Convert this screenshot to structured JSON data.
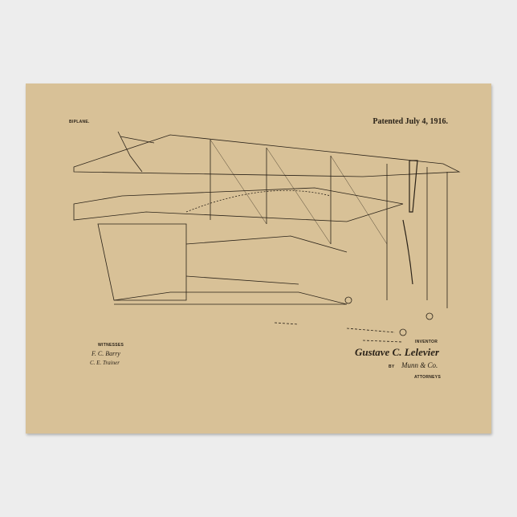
{
  "poster": {
    "title": "BIPLANE.",
    "patent_date": "Patented July 4, 1916.",
    "witnesses_label": "WITNESSES",
    "witness_signatures": [
      "F. C. Barry",
      "C. E. Trainer"
    ],
    "inventor_label": "INVENTOR",
    "inventor_signature": "Gustave C. Lelevier",
    "by_label": "BY",
    "attorney_signature": "Munn & Co.",
    "attorneys_label": "ATTORNEYS",
    "colors": {
      "paper": "#d8c197",
      "ink": "#2a2218",
      "background": "#ededed"
    }
  }
}
